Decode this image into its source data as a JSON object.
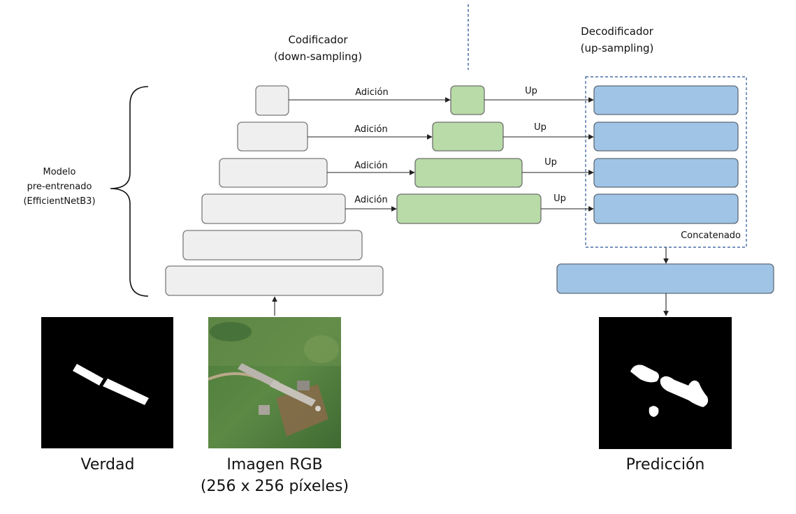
{
  "labels": {
    "encoder": "Codificador",
    "encoder_sub": "(down-sampling)",
    "decoder": "Decodificador",
    "decoder_sub": "(up-sampling)",
    "model_line1": "Modelo",
    "model_line2": "pre-entrenado",
    "model_line3": "(EfficientNetB3)",
    "skip": "Adición",
    "up": "Up",
    "concat": "Concatenado",
    "truth": "Verdad",
    "input_line1": "Imagen RGB",
    "input_line2": "(256 x 256 píxeles)",
    "prediction": "Predicción"
  },
  "colors": {
    "encoder_block": "#efefef",
    "skip_block": "#b8dba7",
    "decoder_block": "#9fc4e6",
    "concat_border": "#4a6fa5",
    "mask_background": "#000000",
    "mask_foreground": "#ffffff"
  }
}
